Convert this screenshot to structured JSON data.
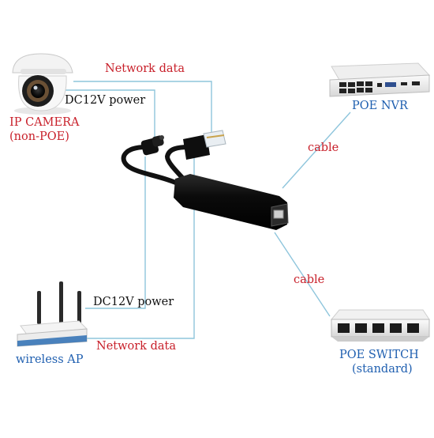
{
  "labels": {
    "network_data_top": "Network data",
    "dc_power_top": "DC12V power",
    "ip_camera_line1": "IP CAMERA",
    "ip_camera_line2": "(non-POE)",
    "poe_nvr": "POE NVR",
    "cable_upper": "cable",
    "cable_lower": "cable",
    "dc_power_bottom": "DC12V power",
    "wireless_ap": "wireless AP",
    "network_data_bottom": "Network data",
    "poe_switch_line1": "POE SWITCH",
    "poe_switch_line2": "(standard)"
  },
  "colors": {
    "label_red": "#c8202a",
    "label_blue": "#1f5fb0",
    "connector_lines": "#8ec5dc",
    "splitter_body": "#0d0d0d",
    "cable_black": "#111111"
  },
  "icons": [
    "dome-camera-icon",
    "nvr-recorder-icon",
    "wifi-router-icon",
    "network-switch-icon",
    "poe-splitter-icon",
    "dc-plug-icon",
    "rj45-plug-icon"
  ]
}
